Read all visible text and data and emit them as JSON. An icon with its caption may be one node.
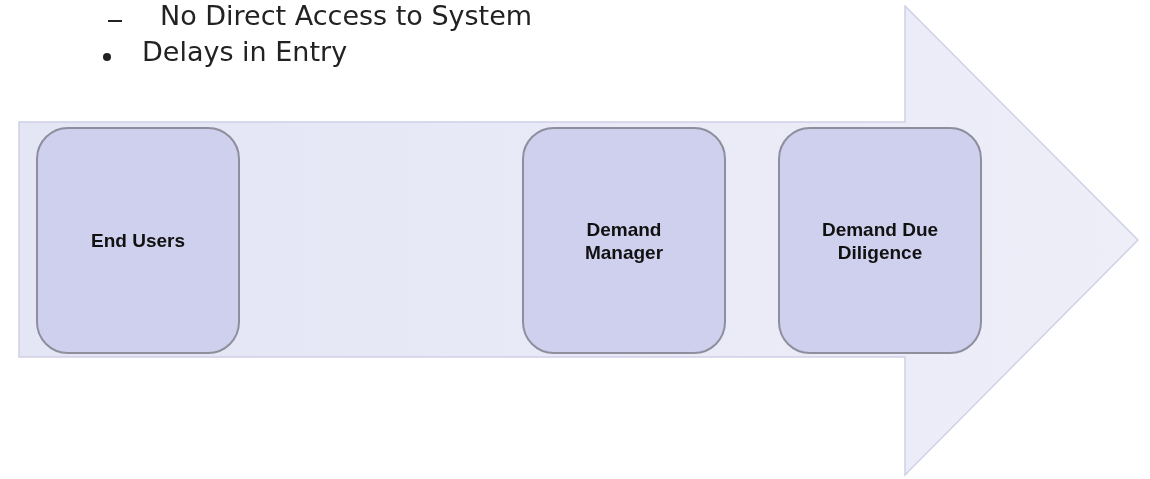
{
  "diagram": {
    "nodes": [
      {
        "text": [],
        "shape": "arrow"
      },
      {
        "text": [
          "End Users"
        ],
        "in": 0
      },
      {
        "text": [
          "Demand Manager"
        ],
        "in": 0
      },
      {
        "text": [
          "Demand Due Diligence"
        ],
        "in": 0
      }
    ],
    "labels": [
      "No Direct Access to System",
      "Delays in Entry"
    ]
  }
}
